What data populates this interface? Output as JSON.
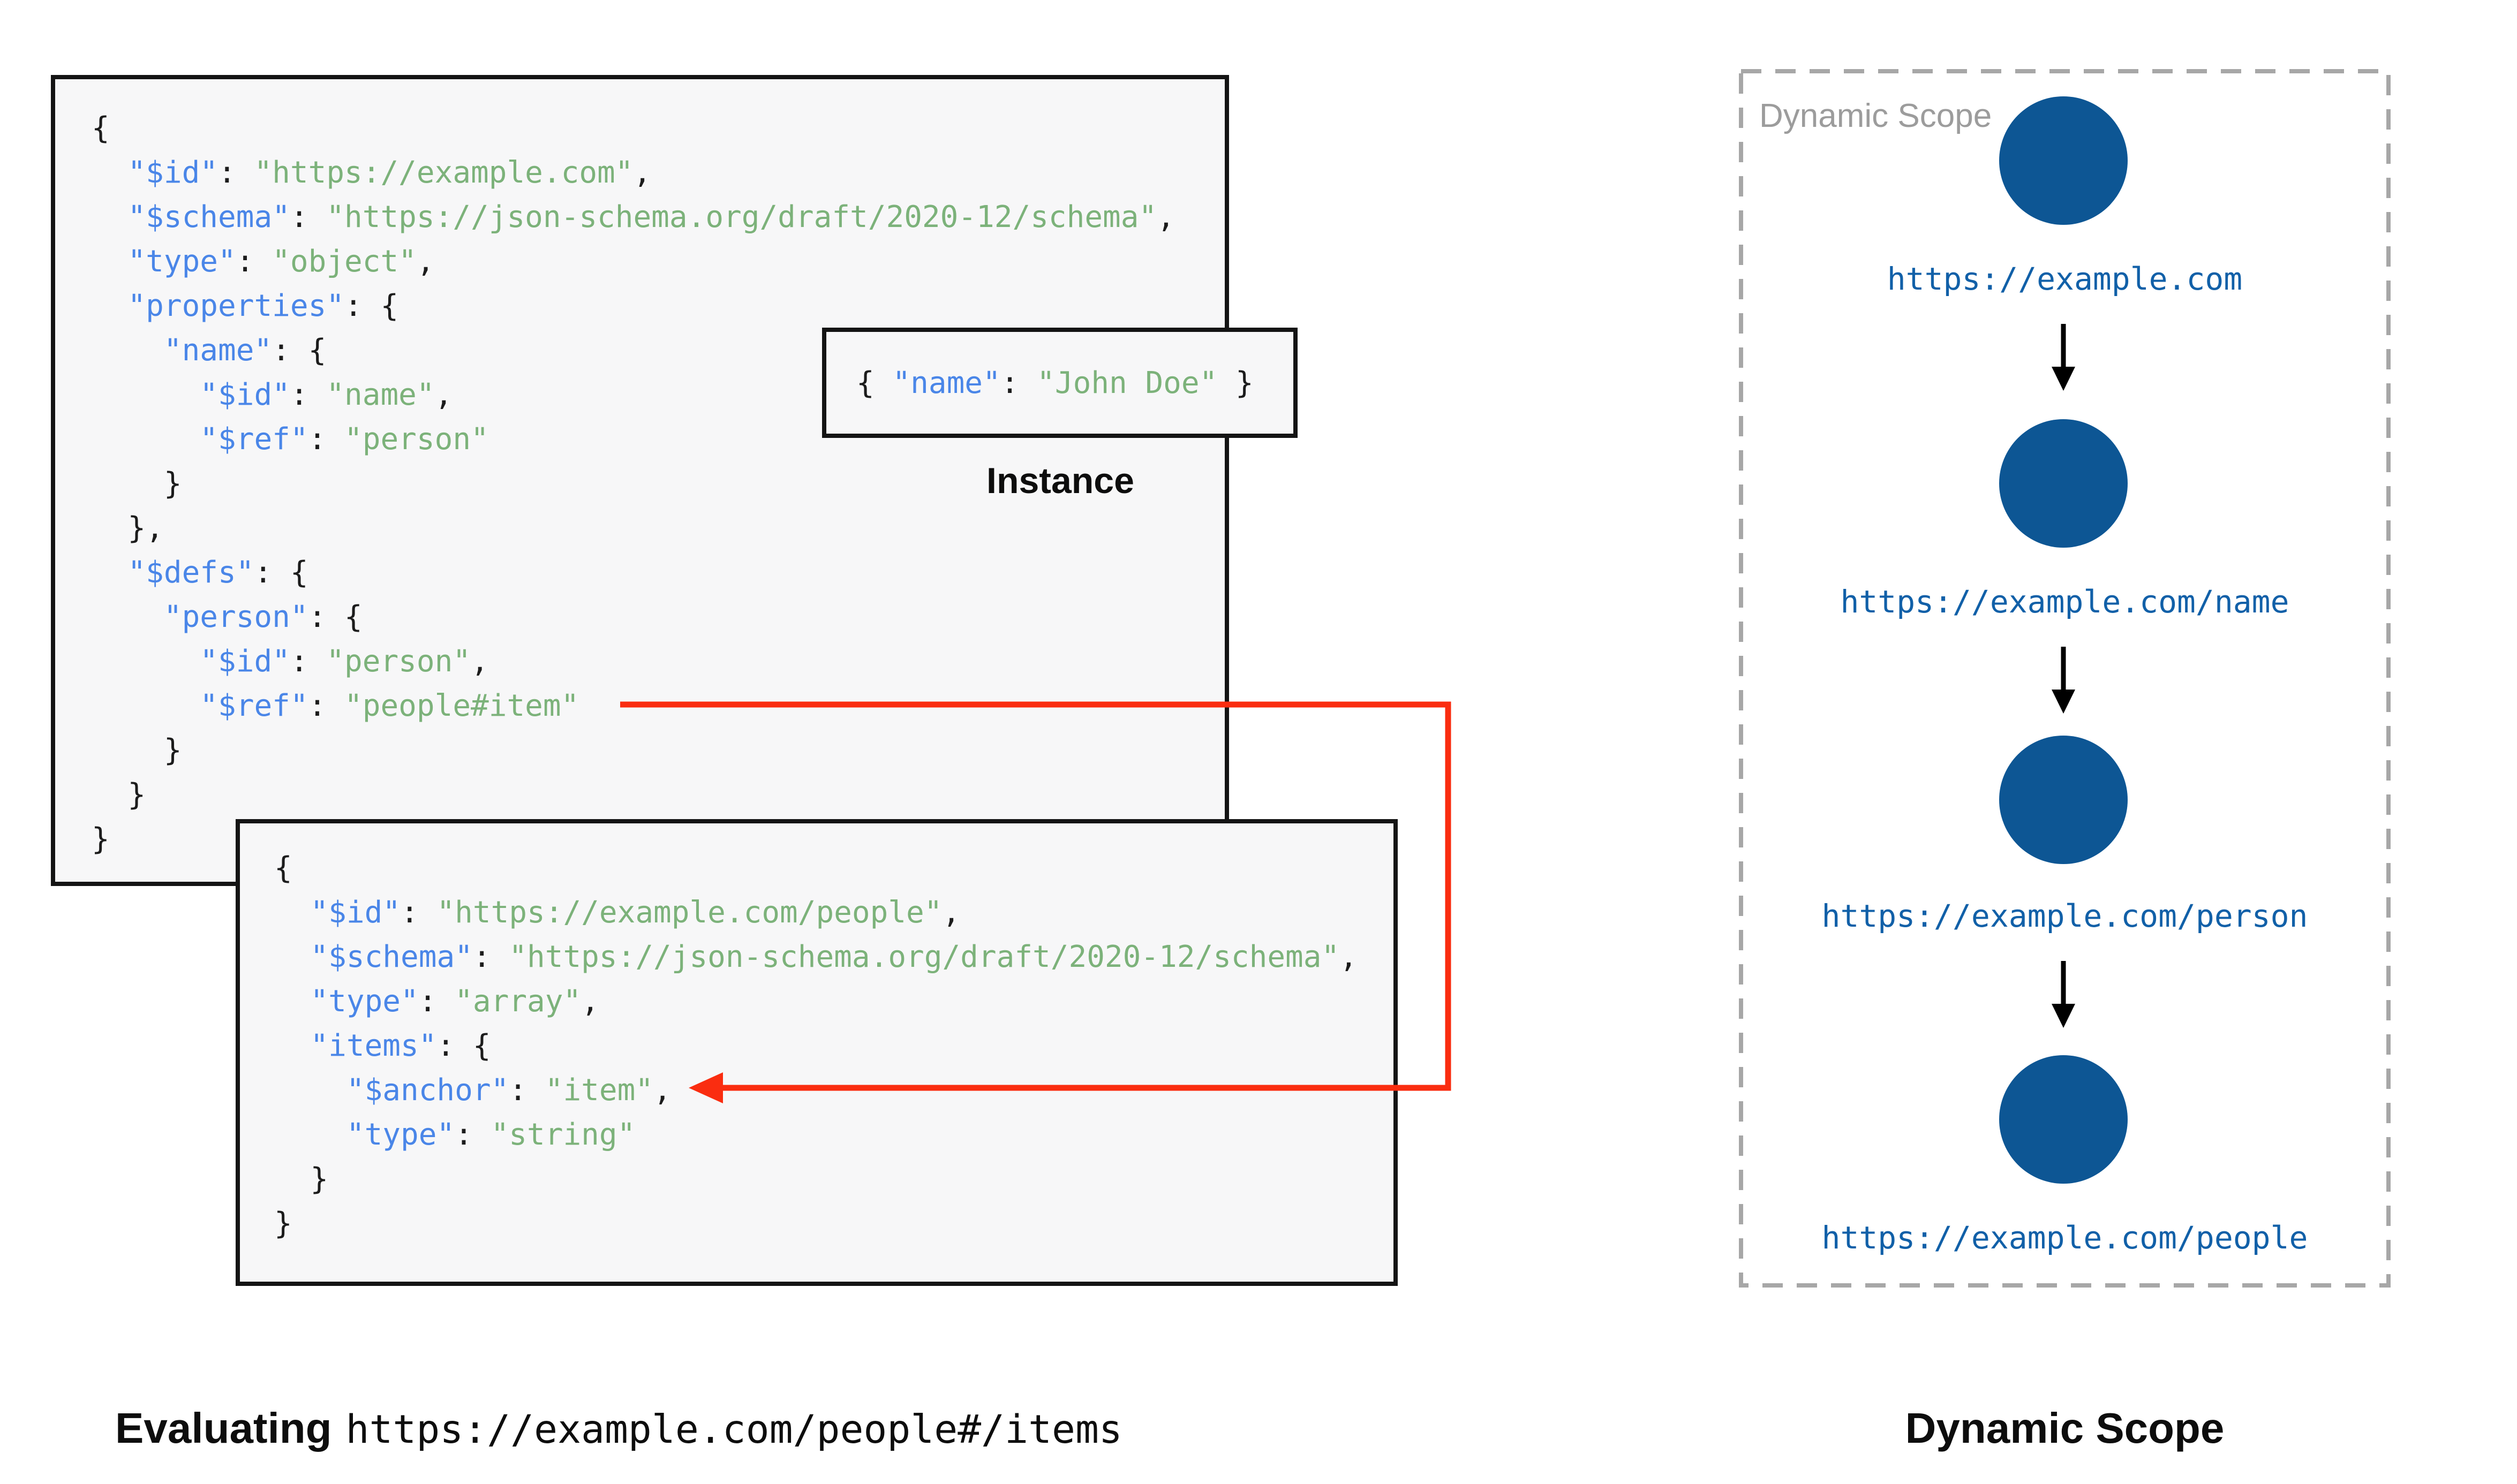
{
  "colors": {
    "key_blue": "#4a86e8",
    "string_green": "#7cb27a",
    "punctuation": "#1c1c1c",
    "circle_blue": "#0d5694",
    "scope_url_blue": "#1160a8",
    "red_arrow": "#fa2d10",
    "panel_border": "#141414",
    "panel_background": "#f7f7f8",
    "dashed_border_gray": "#a7a7a7",
    "muted_label_gray": "#9c9c9c"
  },
  "root_schema": {
    "lines": [
      [
        [
          "p",
          "{"
        ]
      ],
      [
        [
          "p",
          "  "
        ],
        [
          "k",
          "\"$id\""
        ],
        [
          "p",
          ": "
        ],
        [
          "s",
          "\"https://example.com\""
        ],
        [
          "p",
          ","
        ]
      ],
      [
        [
          "p",
          "  "
        ],
        [
          "k",
          "\"$schema\""
        ],
        [
          "p",
          ": "
        ],
        [
          "s",
          "\"https://json-schema.org/draft/2020-12/schema\""
        ],
        [
          "p",
          ","
        ]
      ],
      [
        [
          "p",
          "  "
        ],
        [
          "k",
          "\"type\""
        ],
        [
          "p",
          ": "
        ],
        [
          "s",
          "\"object\""
        ],
        [
          "p",
          ","
        ]
      ],
      [
        [
          "p",
          "  "
        ],
        [
          "k",
          "\"properties\""
        ],
        [
          "p",
          ": {"
        ]
      ],
      [
        [
          "p",
          "    "
        ],
        [
          "k",
          "\"name\""
        ],
        [
          "p",
          ": {"
        ]
      ],
      [
        [
          "p",
          "      "
        ],
        [
          "k",
          "\"$id\""
        ],
        [
          "p",
          ": "
        ],
        [
          "s",
          "\"name\""
        ],
        [
          "p",
          ","
        ]
      ],
      [
        [
          "p",
          "      "
        ],
        [
          "k",
          "\"$ref\""
        ],
        [
          "p",
          ": "
        ],
        [
          "s",
          "\"person\""
        ]
      ],
      [
        [
          "p",
          "    }"
        ]
      ],
      [
        [
          "p",
          "  },"
        ]
      ],
      [
        [
          "p",
          "  "
        ],
        [
          "k",
          "\"$defs\""
        ],
        [
          "p",
          ": {"
        ]
      ],
      [
        [
          "p",
          "    "
        ],
        [
          "k",
          "\"person\""
        ],
        [
          "p",
          ": {"
        ]
      ],
      [
        [
          "p",
          "      "
        ],
        [
          "k",
          "\"$id\""
        ],
        [
          "p",
          ": "
        ],
        [
          "s",
          "\"person\""
        ],
        [
          "p",
          ","
        ]
      ],
      [
        [
          "p",
          "      "
        ],
        [
          "k",
          "\"$ref\""
        ],
        [
          "p",
          ": "
        ],
        [
          "s",
          "\"people#item\""
        ]
      ],
      [
        [
          "p",
          "    }"
        ]
      ],
      [
        [
          "p",
          "  }"
        ]
      ],
      [
        [
          "p",
          "}"
        ]
      ]
    ]
  },
  "people_schema": {
    "lines": [
      [
        [
          "p",
          "{"
        ]
      ],
      [
        [
          "p",
          "  "
        ],
        [
          "k",
          "\"$id\""
        ],
        [
          "p",
          ": "
        ],
        [
          "s",
          "\"https://example.com/people\""
        ],
        [
          "p",
          ","
        ]
      ],
      [
        [
          "p",
          "  "
        ],
        [
          "k",
          "\"$schema\""
        ],
        [
          "p",
          ": "
        ],
        [
          "s",
          "\"https://json-schema.org/draft/2020-12/schema\""
        ],
        [
          "p",
          ","
        ]
      ],
      [
        [
          "p",
          "  "
        ],
        [
          "k",
          "\"type\""
        ],
        [
          "p",
          ": "
        ],
        [
          "s",
          "\"array\""
        ],
        [
          "p",
          ","
        ]
      ],
      [
        [
          "p",
          "  "
        ],
        [
          "k",
          "\"items\""
        ],
        [
          "p",
          ": {"
        ]
      ],
      [
        [
          "p",
          "    "
        ],
        [
          "k",
          "\"$anchor\""
        ],
        [
          "p",
          ": "
        ],
        [
          "s",
          "\"item\""
        ],
        [
          "p",
          ","
        ]
      ],
      [
        [
          "p",
          "    "
        ],
        [
          "k",
          "\"type\""
        ],
        [
          "p",
          ": "
        ],
        [
          "s",
          "\"string\""
        ]
      ],
      [
        [
          "p",
          "  }"
        ]
      ],
      [
        [
          "p",
          "}"
        ]
      ]
    ]
  },
  "instance": {
    "label": "Instance",
    "tokens": [
      [
        "p",
        "{ "
      ],
      [
        "k",
        "\"name\""
      ],
      [
        "p",
        ": "
      ],
      [
        "s",
        "\"John Doe\""
      ],
      [
        "p",
        " }"
      ]
    ]
  },
  "dynamic_scope": {
    "title": "Dynamic Scope",
    "caption": "Dynamic Scope",
    "nodes": [
      {
        "url": "https://example.com"
      },
      {
        "url": "https://example.com/name"
      },
      {
        "url": "https://example.com/person"
      },
      {
        "url": "https://example.com/people"
      }
    ]
  },
  "evaluating": {
    "label": "Evaluating",
    "uri": "https://example.com/people#/items"
  }
}
